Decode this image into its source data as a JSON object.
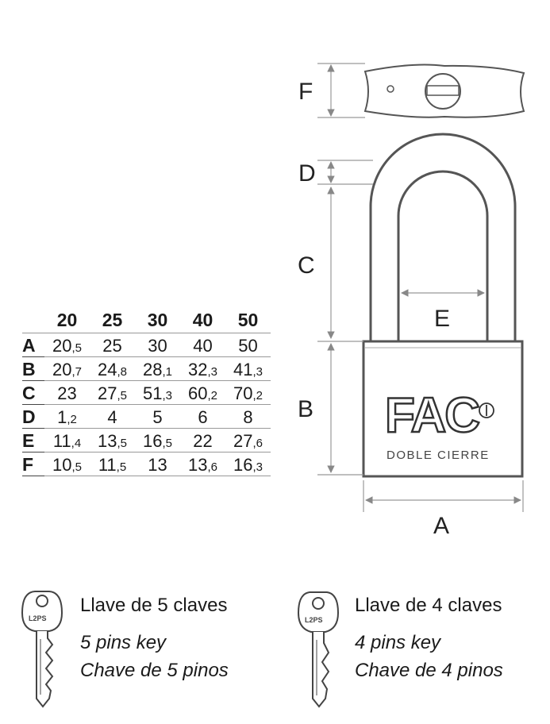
{
  "diagram": {
    "labels": {
      "a": "A",
      "b": "B",
      "c": "C",
      "d": "D",
      "e": "E",
      "f": "F"
    },
    "lock": {
      "brand": "FAC",
      "inscription": "DOBLE CIERRE"
    }
  },
  "table": {
    "sizes": [
      "20",
      "25",
      "30",
      "40",
      "50"
    ],
    "rows": [
      {
        "label": "A",
        "cells": [
          {
            "m": "20",
            "f": ",5"
          },
          {
            "m": "25",
            "f": ""
          },
          {
            "m": "30",
            "f": ""
          },
          {
            "m": "40",
            "f": ""
          },
          {
            "m": "50",
            "f": ""
          }
        ]
      },
      {
        "label": "B",
        "cells": [
          {
            "m": "20",
            "f": ",7"
          },
          {
            "m": "24",
            "f": ",8"
          },
          {
            "m": "28",
            "f": ",1"
          },
          {
            "m": "32",
            "f": ",3"
          },
          {
            "m": "41",
            "f": ",3"
          }
        ]
      },
      {
        "label": "C",
        "cells": [
          {
            "m": "23",
            "f": ""
          },
          {
            "m": "27",
            "f": ",5"
          },
          {
            "m": "51",
            "f": ",3"
          },
          {
            "m": "60",
            "f": ",2"
          },
          {
            "m": "70",
            "f": ",2"
          }
        ]
      },
      {
        "label": "D",
        "cells": [
          {
            "m": "1",
            "f": ",2"
          },
          {
            "m": "4",
            "f": ""
          },
          {
            "m": "5",
            "f": ""
          },
          {
            "m": "6",
            "f": ""
          },
          {
            "m": "8",
            "f": ""
          }
        ]
      },
      {
        "label": "E",
        "cells": [
          {
            "m": "11",
            "f": ",4"
          },
          {
            "m": "13",
            "f": ",5"
          },
          {
            "m": "16",
            "f": ",5"
          },
          {
            "m": "22",
            "f": ""
          },
          {
            "m": "27",
            "f": ",6"
          }
        ]
      },
      {
        "label": "F",
        "cells": [
          {
            "m": "10",
            "f": ",5"
          },
          {
            "m": "11",
            "f": ",5"
          },
          {
            "m": "13",
            "f": ""
          },
          {
            "m": "13",
            "f": ",6"
          },
          {
            "m": "16",
            "f": ",3"
          }
        ]
      }
    ]
  },
  "keys": [
    {
      "line1": "Llave de 5 claves",
      "line2": "5 pins key",
      "line3": "Chave de 5 pinos",
      "bow_text": "L2PS"
    },
    {
      "line1": "Llave de 4 claves",
      "line2": "4 pins key",
      "line3": "Chave de 4 pinos",
      "bow_text": "L2PS"
    }
  ]
}
